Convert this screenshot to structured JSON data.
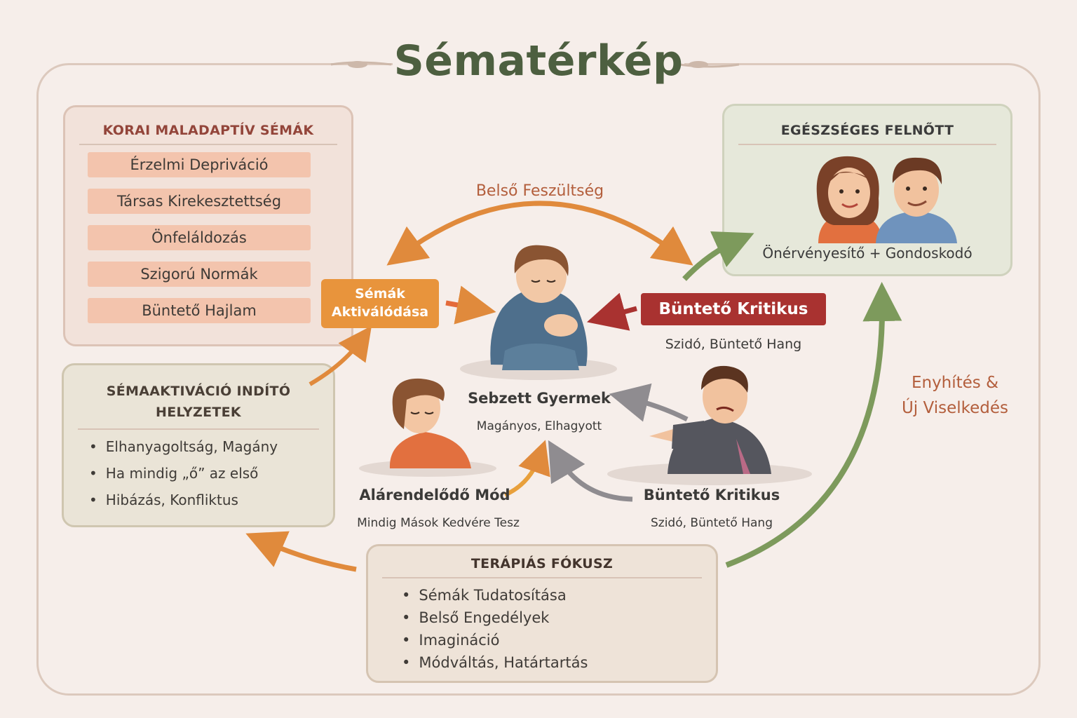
{
  "title": "Sématérkép",
  "korai": {
    "heading": "KORAI MALADAPTÍV SÉMÁK",
    "items": [
      "Érzelmi Depriváció",
      "Társas Kirekesztettség",
      "Önfeláldozás",
      "Szigorú Normák",
      "Büntető Hajlam"
    ]
  },
  "trigger": {
    "heading_line1": "SÉMAAKTIVÁCIÓ INDÍTÓ",
    "heading_line2": "HELYZETEK",
    "items": [
      "Elhanyagoltság, Magány",
      "Ha mindig „ő” az első",
      "Hibázás, Konfliktus"
    ]
  },
  "adult": {
    "heading": "EGÉSZSÉGES FELNŐTT",
    "caption": "Önérvényesítő + Gondoskodó"
  },
  "therapy": {
    "heading": "TERÁPIÁS FÓKUSZ",
    "items": [
      "Sémák Tudatosítása",
      "Belső Engedélyek",
      "Imagináció",
      "Módváltás, Határtartás"
    ]
  },
  "activation": {
    "line1": "Sémák",
    "line2": "Aktiválódása"
  },
  "tension": "Belső Feszültség",
  "critic_top": {
    "name": "Büntető Kritikus",
    "sub": "Szidó, Büntető Hang"
  },
  "child": {
    "name": "Sebzett Gyermek",
    "sub": "Magányos, Elhagyott"
  },
  "submissive": {
    "name": "Alárendelődő Mód",
    "sub": "Mindig Mások Kedvére Tesz"
  },
  "critic_bottom": {
    "name": "Büntető Kritikus",
    "sub": "Szidó, Büntető Hang"
  },
  "healing": {
    "line1": "Enyhítés &",
    "line2": "Új Viselkedés"
  },
  "colors": {
    "title": "#4d5f40",
    "orange_arrow": "#e08a3c",
    "red_brush": "#a93230",
    "green_arrow": "#7d9a5c",
    "gray_arrow": "#8f8c90"
  }
}
